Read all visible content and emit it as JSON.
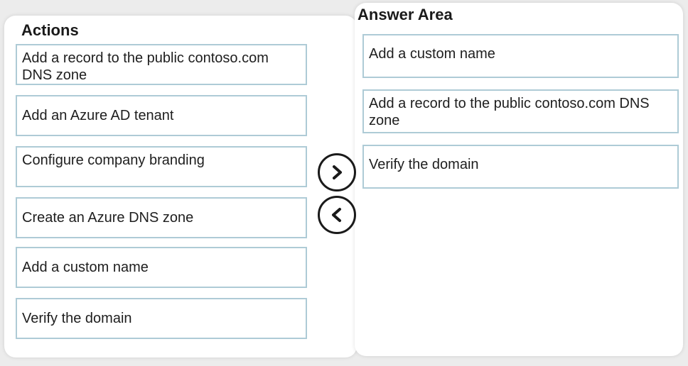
{
  "actions": {
    "title": "Actions",
    "items": [
      {
        "label": "Add a record to the public contoso.com DNS zone"
      },
      {
        "label": "Add an Azure AD tenant"
      },
      {
        "label": "Configure company branding"
      },
      {
        "label": "Create an Azure DNS zone"
      },
      {
        "label": "Add a custom name"
      },
      {
        "label": "Verify the domain"
      }
    ]
  },
  "answer_area": {
    "title": "Answer Area",
    "items": [
      {
        "label": "Add a custom name"
      },
      {
        "label": "Add a record to the public contoso.com DNS zone"
      },
      {
        "label": "Verify the domain"
      }
    ]
  },
  "controls": {
    "move_right_icon": "chevron-right-icon",
    "move_left_icon": "chevron-left-icon"
  },
  "colors": {
    "item_border": "#aecbd6",
    "panel_background": "#ffffff",
    "page_background": "#ececec"
  }
}
